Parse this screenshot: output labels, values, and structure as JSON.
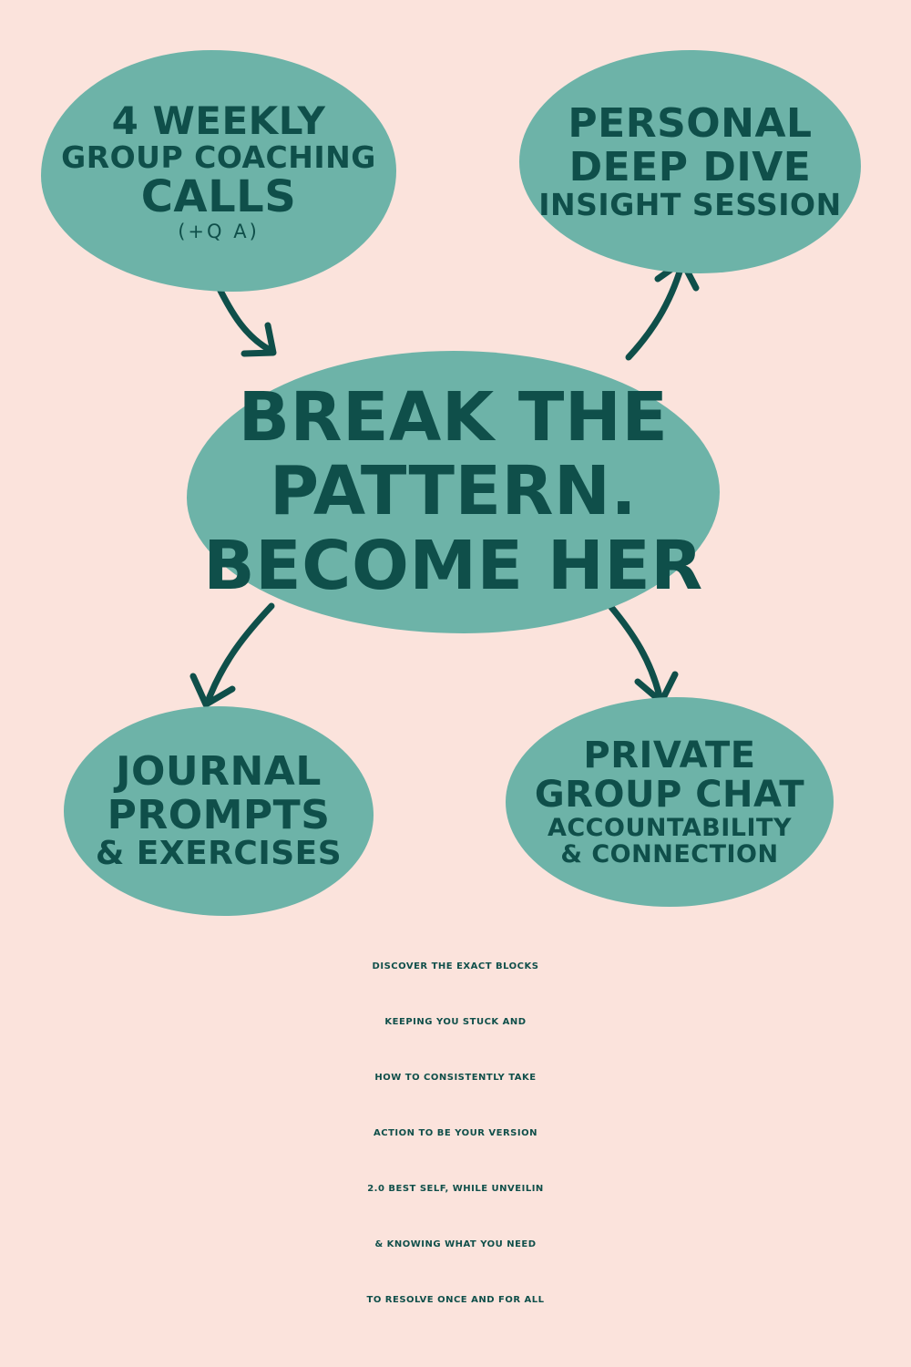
{
  "diagram": {
    "center": {
      "lines": [
        "BREAK THE",
        "PATTERN.",
        "BECOME HER"
      ]
    },
    "nodes": {
      "top_left": {
        "lines": [
          "4 WEEKLY",
          "GROUP COACHING",
          "CALLS",
          "(+Q A)"
        ]
      },
      "top_right": {
        "lines": [
          "PERSONAL",
          "DEEP DIVE",
          "INSIGHT SESSION"
        ]
      },
      "bottom_left": {
        "lines": [
          "JOURNAL",
          "PROMPTS",
          "& EXERCISES"
        ]
      },
      "bottom_right": {
        "lines": [
          "PRIVATE",
          "GROUP CHAT",
          "ACCOUNTABILITY",
          "& CONNECTION"
        ]
      }
    },
    "edges": [
      {
        "from": "top_left",
        "to": "center"
      },
      {
        "from": "center",
        "to": "top_right"
      },
      {
        "from": "center",
        "to": "bottom_left"
      },
      {
        "from": "center",
        "to": "bottom_right"
      }
    ]
  },
  "description": {
    "lines": [
      "DISCOVER THE EXACT BLOCKS",
      "KEEPING YOU STUCK AND",
      "HOW TO CONSISTENTLY TAKE",
      "ACTION TO BE YOUR VERSION",
      "2.0 BEST SELF, WHILE UNVEILIN",
      "& KNOWING WHAT YOU NEED",
      "TO RESOLVE ONCE AND FOR ALL"
    ]
  },
  "colors": {
    "background": "#fbe3dc",
    "bubble": "#6db3a8",
    "text": "#0f4f4a",
    "arrow": "#0f4f4a"
  }
}
